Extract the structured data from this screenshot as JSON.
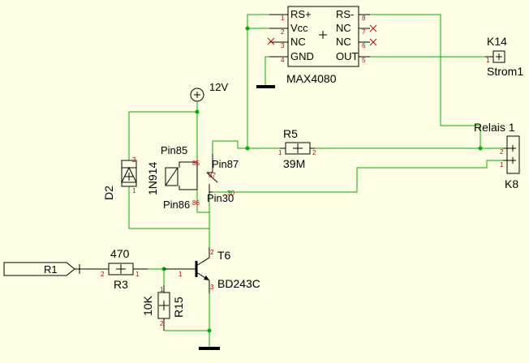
{
  "ic": {
    "part": "MAX4080",
    "left_pins": [
      {
        "num": "1",
        "name": "RS+"
      },
      {
        "num": "2",
        "name": "Vcc"
      },
      {
        "num": "3",
        "name": "NC"
      },
      {
        "num": "4",
        "name": "GND"
      }
    ],
    "right_pins": [
      {
        "num": "8",
        "name": "RS-"
      },
      {
        "num": "7",
        "name": "NC"
      },
      {
        "num": "6",
        "name": "NC"
      },
      {
        "num": "5",
        "name": "OUT"
      }
    ]
  },
  "power": {
    "label": "12V"
  },
  "k14": {
    "ref": "K14",
    "net": "Strom1",
    "pin": "1"
  },
  "r5": {
    "ref": "R5",
    "value": "39M",
    "pin1": "1",
    "pin2": "2"
  },
  "k8": {
    "ref": "K8",
    "net": "Relais 1",
    "pins": [
      "2",
      "1"
    ]
  },
  "diode": {
    "ref": "D2",
    "value": "1N914",
    "pin_top": "2",
    "pin_bottom": "1"
  },
  "relay": {
    "pin85": "Pin85",
    "pin86": "Pin86",
    "pin87": "Pin87",
    "pin30": "Pin30",
    "num85": "85",
    "num86": "86",
    "num87": "87",
    "num30": "30"
  },
  "r1": {
    "label": "R1"
  },
  "r3": {
    "ref": "R3",
    "value": "470",
    "pin1": "1",
    "pin2": "2"
  },
  "r15": {
    "ref": "R15",
    "value": "10K",
    "pin1": "1",
    "pin2": "2"
  },
  "transistor": {
    "ref": "T6",
    "value": "BD243C",
    "base": "1",
    "collector": "2",
    "emitter": "3"
  }
}
